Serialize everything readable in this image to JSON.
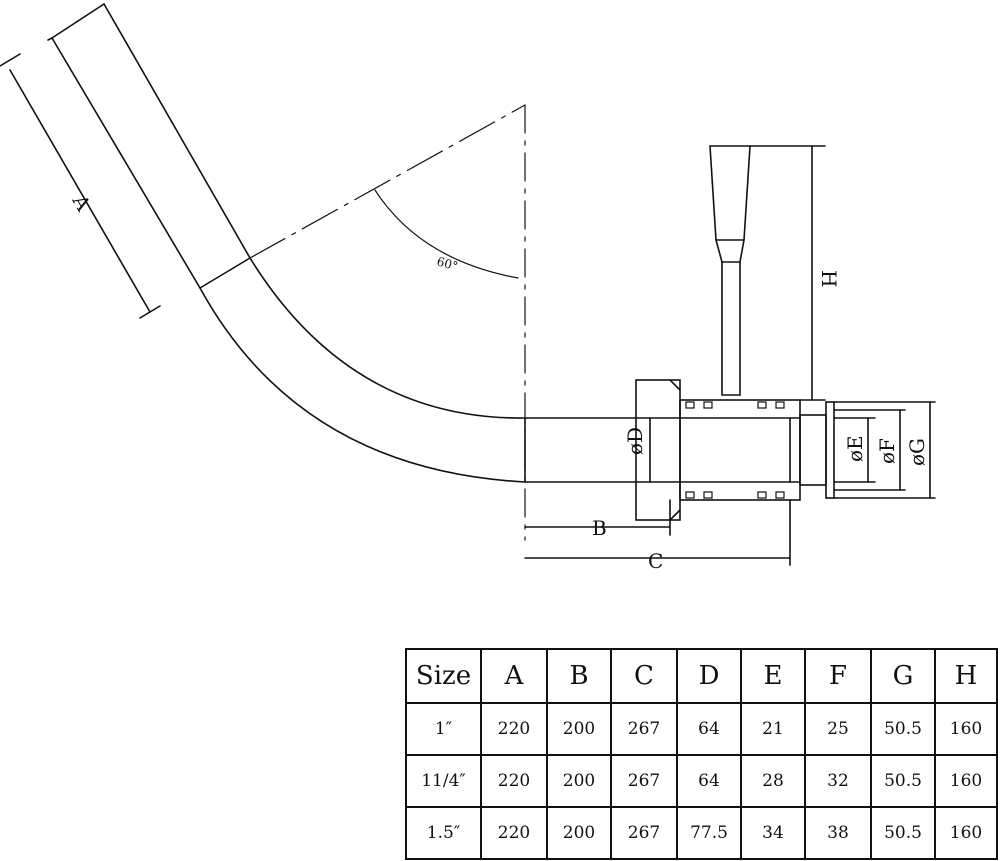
{
  "diagram": {
    "labels": {
      "A": "A",
      "B": "B",
      "C": "C",
      "D": "øD",
      "E": "øE",
      "F": "øF",
      "G": "øG",
      "H": "H",
      "angle": "60°"
    }
  },
  "table": {
    "headers": [
      "Size",
      "A",
      "B",
      "C",
      "D",
      "E",
      "F",
      "G",
      "H"
    ],
    "rows": [
      [
        "1″",
        "220",
        "200",
        "267",
        "64",
        "21",
        "25",
        "50.5",
        "160"
      ],
      [
        "11/4″",
        "220",
        "200",
        "267",
        "64",
        "28",
        "32",
        "50.5",
        "160"
      ],
      [
        "1.5″",
        "220",
        "200",
        "267",
        "77.5",
        "34",
        "38",
        "50.5",
        "160"
      ]
    ]
  }
}
